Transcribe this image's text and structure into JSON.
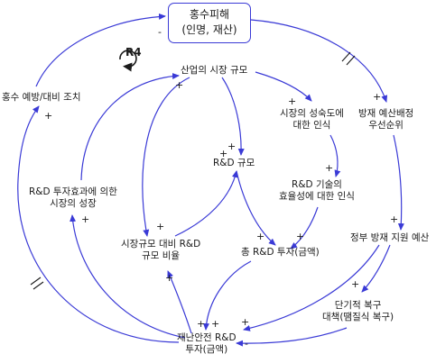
{
  "nodes": {
    "damage_line1": "홍수피해",
    "damage_line2": "(인명, 재산)",
    "industry_scale": "산업의 시장 규모",
    "prevention": "홍수 예방/대비 조치",
    "growth_awareness_line1": "시장의 성숙도에",
    "growth_awareness_line2": "대한 인식",
    "budget_priority_line1": "방재 예산배정",
    "budget_priority_line2": "우선순위",
    "rnd_scale": "R&D 규모",
    "rnd_effect_line1": "R&D 투자효과에 의한",
    "rnd_effect_line2": "시장의 성장",
    "tech_efficiency_line1": "R&D 기술의",
    "tech_efficiency_line2": "효율성에 대한 인식",
    "gov_budget": "정부 방재 지원 예산",
    "ratio_line1": "시장규모 대비 R&D",
    "ratio_line2": "규모 비율",
    "total_rnd": "총 R&D 투자(금액)",
    "recovery_line1": "단기적 복구",
    "recovery_line2": "대책(땜질식 복구)",
    "safety_rnd_line1": "재난안전 R&D",
    "safety_rnd_line2": "투자(금액)"
  },
  "loop_label": "R4",
  "signs": {
    "plus": "+",
    "minus": "-"
  },
  "colors": {
    "arrow": "#3a3ad6",
    "text": "#1a1a1a"
  }
}
